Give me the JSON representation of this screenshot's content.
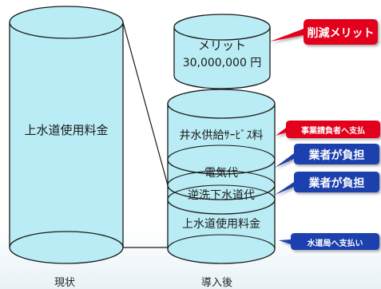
{
  "colors": {
    "cylinder_fill": "#b9ecf4",
    "cylinder_stroke": "#1a1a1a",
    "red_callout": "#e3001b",
    "blue_callout": "#1f3fae"
  },
  "current": {
    "label": "上水道使用料金",
    "caption": "現状"
  },
  "after": {
    "caption": "導入後",
    "merit_line1": "メリット",
    "merit_line2": "30,000,000 円",
    "segments": {
      "well_water": "井水供給ｻｰﾋﾞｽ料",
      "electricity": "電気代",
      "sewage": "逆洗下水道代",
      "water_fee": "上水道使用料金"
    }
  },
  "callouts": {
    "savings": "削減メリット",
    "pay_operator": "事業請負者へ支払",
    "operator_burden_1": "業者が負担",
    "operator_burden_2": "業者が負担",
    "pay_water_bureau": "水道局へ支払い"
  }
}
